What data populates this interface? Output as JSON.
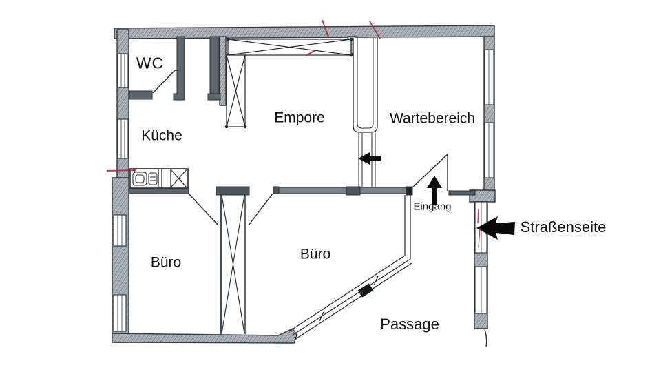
{
  "diagram": {
    "type": "floor-plan",
    "style": "hand-drawn sketch",
    "language": "de"
  },
  "rooms": [
    {
      "id": "wc",
      "label": "WC"
    },
    {
      "id": "kueche",
      "label": "Küche"
    },
    {
      "id": "empore",
      "label": "Empore"
    },
    {
      "id": "wartebereich",
      "label": "Wartebereich"
    },
    {
      "id": "buero-links",
      "label": "Büro"
    },
    {
      "id": "buero-mitte",
      "label": "Büro"
    },
    {
      "id": "passage",
      "label": "Passage"
    }
  ],
  "annotations": {
    "eingang": {
      "label": "Eingang",
      "arrow_direction": "up"
    },
    "strassenseite": {
      "label": "Straßenseite",
      "arrow_direction": "left"
    },
    "empore_zugang": {
      "label": "",
      "arrow_direction": "left"
    }
  },
  "colors": {
    "background": "#ffffff",
    "wall_fill": "#b4bac0",
    "wall_outline": "#34383d",
    "inner_wall": "#5d656c",
    "line": "#23272b",
    "text": "#111111",
    "arrow": "#0a0a0a",
    "correction_red": "#a72e3e"
  }
}
